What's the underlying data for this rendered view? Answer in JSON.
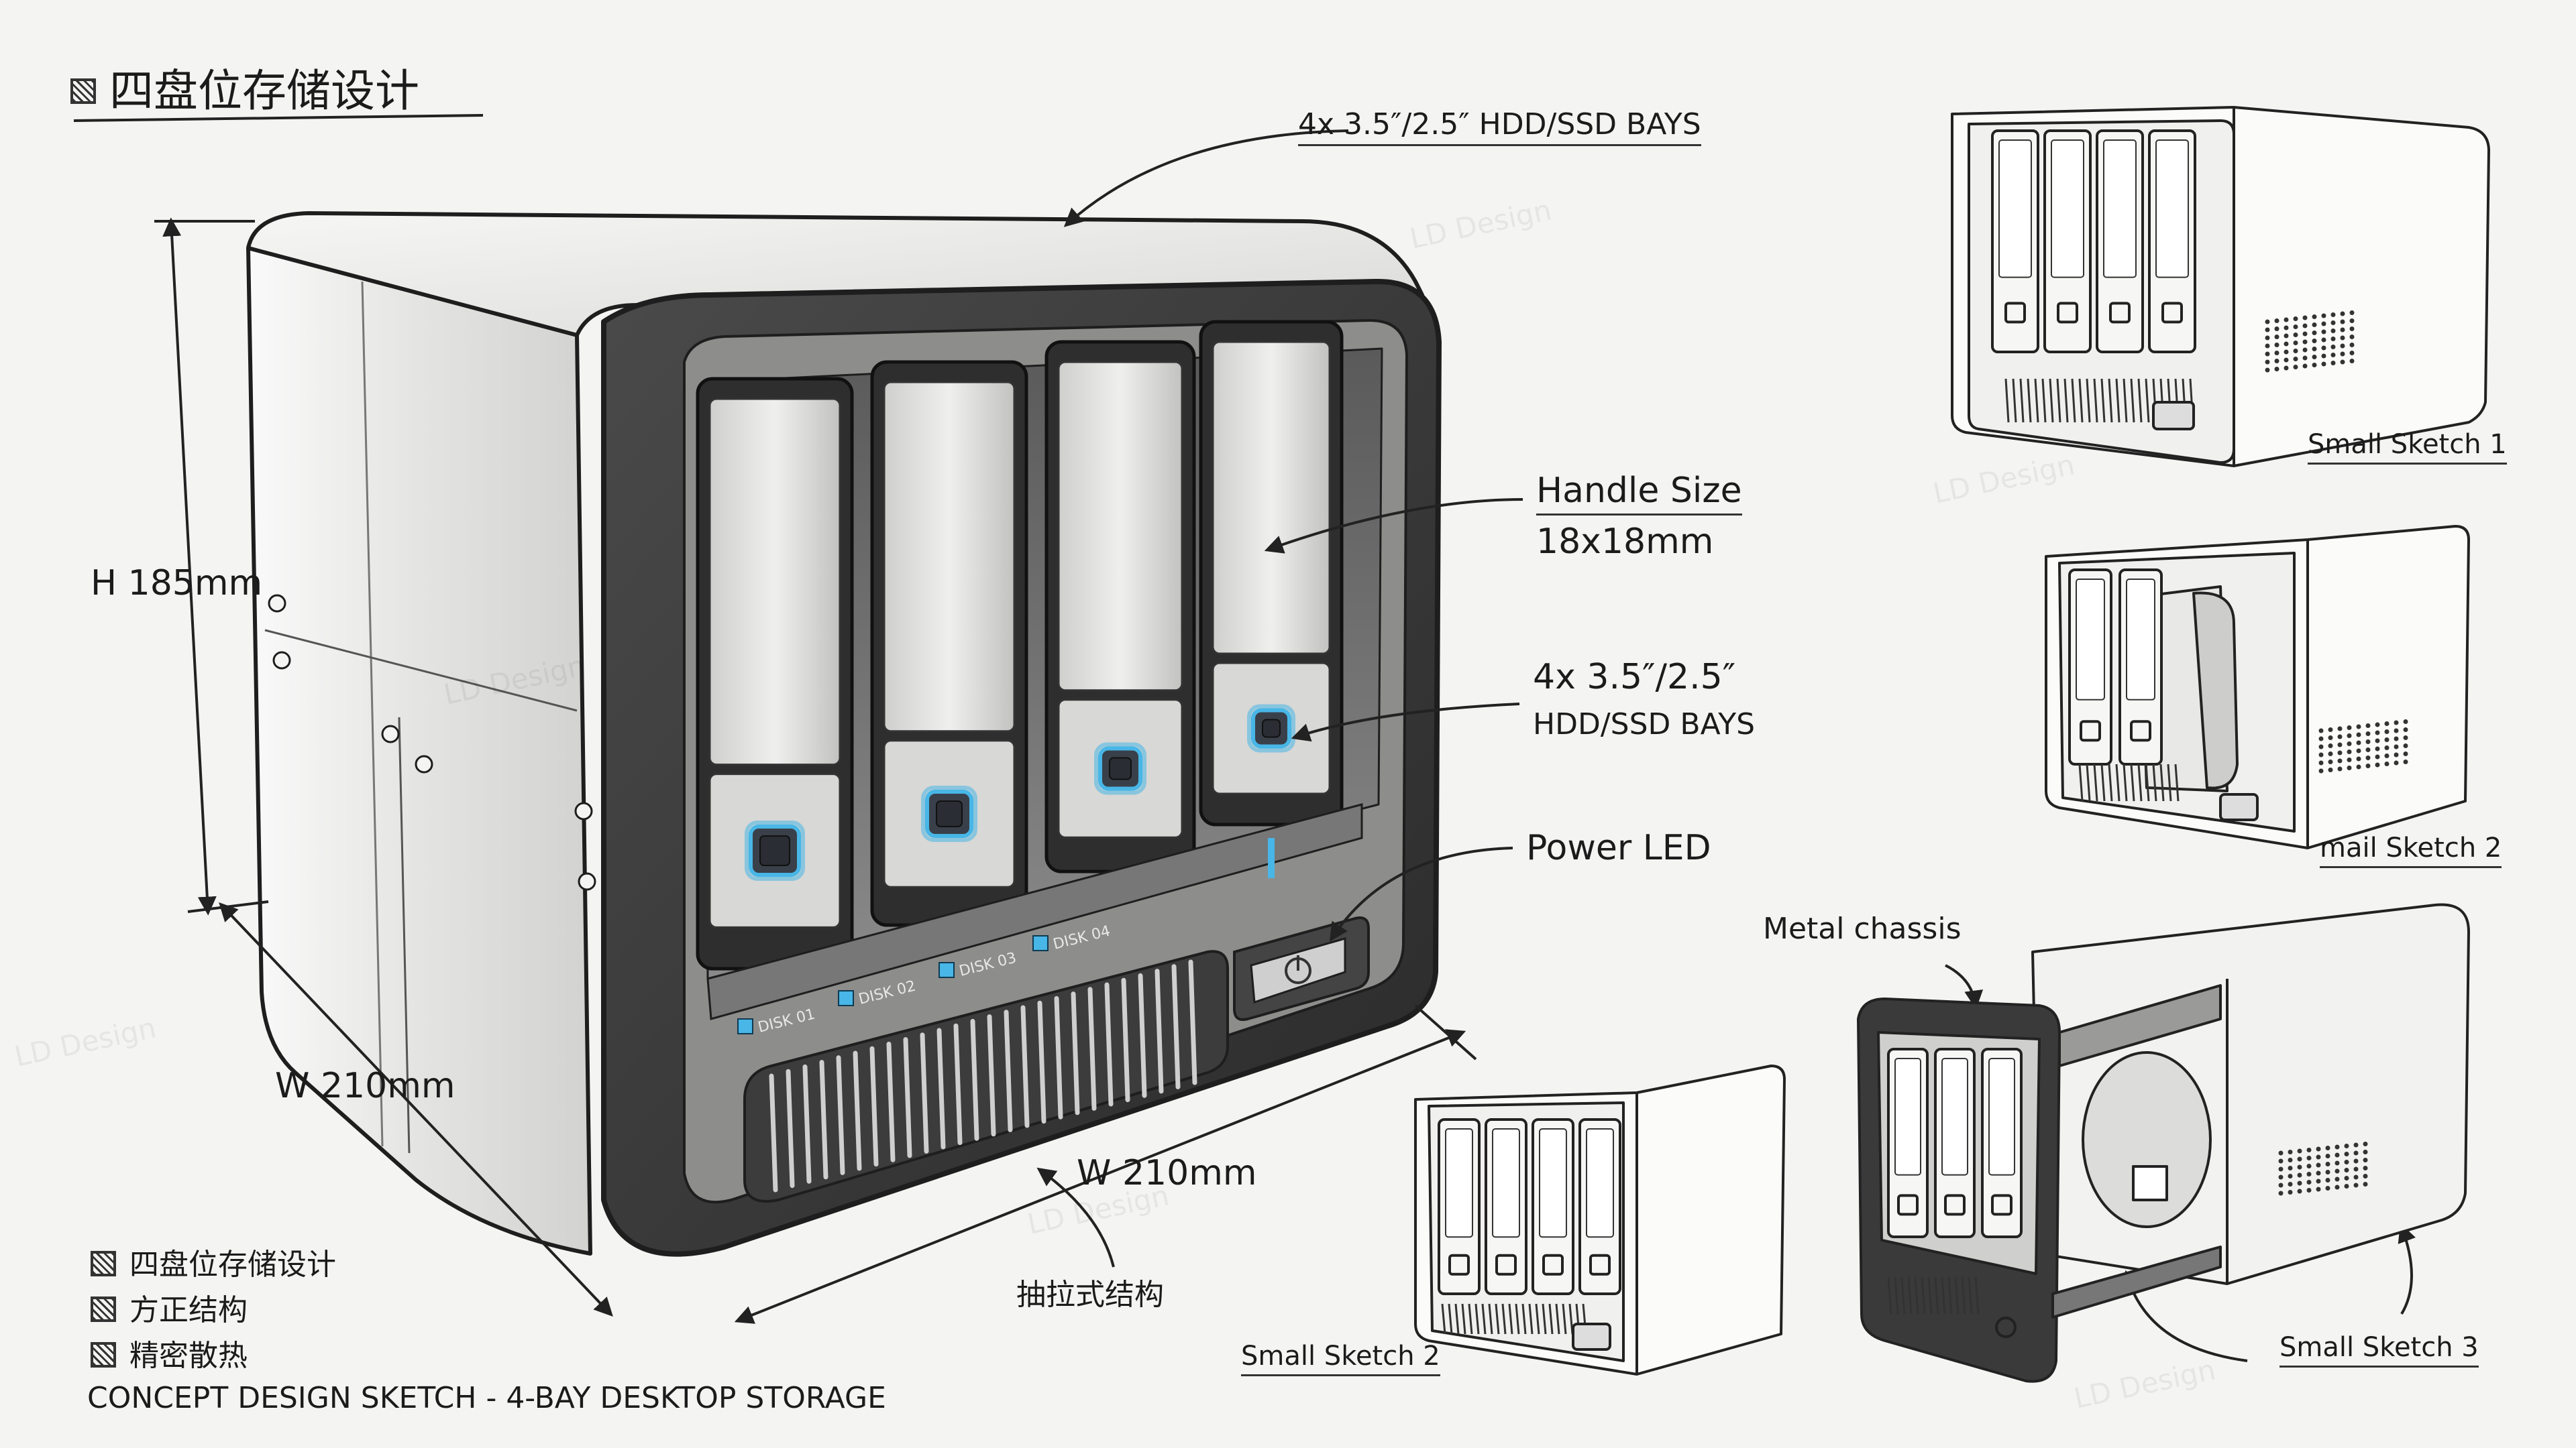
{
  "title": "四盘位存储设计",
  "footer_title": "CONCEPT DESIGN SKETCH - 4-BAY DESKTOP STORAGE",
  "features": [
    "四盘位存储设计",
    "方正结构",
    "精密散热"
  ],
  "callouts": {
    "bays_top": "4x 3.5″/2.5″ HDD/SSD BAYS",
    "handle_size_title": "Handle Size",
    "handle_size_value": "18x18mm",
    "bays_mid_line1": "4x 3.5″/2.5″",
    "bays_mid_line2": "HDD/SSD BAYS",
    "power_led": "Power LED",
    "metal_chassis": "Metal chassis",
    "drawer_structure": "抽拉式结构"
  },
  "dimensions": {
    "height": "H 185mm",
    "width_left": "W 210mm",
    "width_front": "W 210mm"
  },
  "disk_labels": [
    "DISK 01",
    "DISK 02",
    "DISK 03",
    "DISK 04"
  ],
  "sketches": {
    "s1": "Small Sketch 1",
    "s2_right": "mail Sketch 2",
    "s2_bottom": "Small Sketch 2",
    "s3": "Small Sketch 3"
  },
  "watermark": "LD Design",
  "colors": {
    "led": "#48b6e6",
    "ink": "#1c1c1c",
    "body": "#e6e6e4",
    "bezel": "#3a3a3a"
  }
}
